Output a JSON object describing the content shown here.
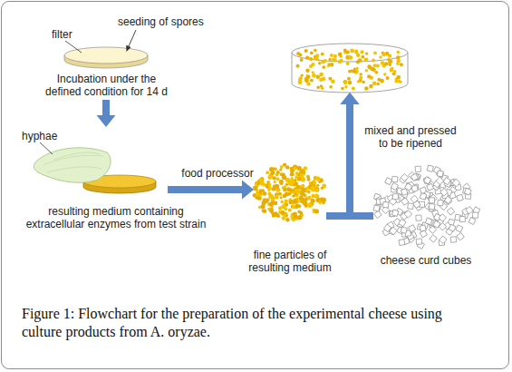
{
  "diagram": {
    "caption": "Figure 1: Flowchart for the preparation of the experimental cheese using culture products from A. oryzae.",
    "nodes": [
      {
        "text": [
          "Incubation under the defined condition for 14 d"
        ]
      },
      {
        "text": [
          "resulting medium containing extracellular enzymes from test strain"
        ]
      },
      {
        "text": [
          "fine particles of resulting medium"
        ]
      },
      {
        "text": [
          "cheese curd cubes"
        ]
      },
      {
        "text": []
      }
    ],
    "edges": [
      {
        "from": 0,
        "to": 1,
        "arrow": "to"
      },
      {
        "from": 1,
        "to": 2,
        "label": "food processor",
        "arrow": "to"
      },
      {
        "from": 2,
        "to": 4,
        "label": "mixed and pressed to be ripened",
        "arrow": "to"
      },
      {
        "from": 3,
        "to": 4,
        "arrow": "to"
      }
    ],
    "labels": [
      "filter",
      "seeding of spores",
      "hyphae"
    ]
  }
}
